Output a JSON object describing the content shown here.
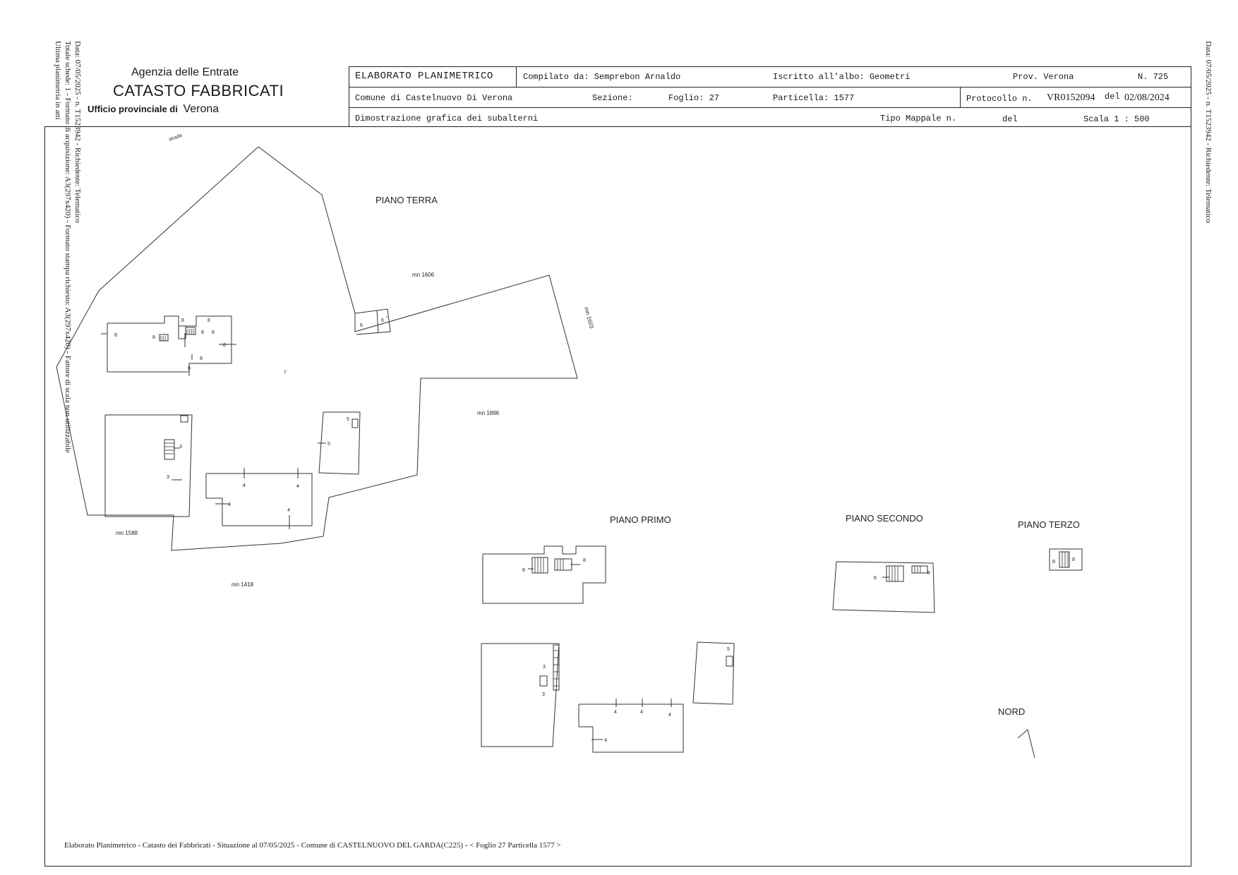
{
  "side_left": {
    "line1": "Data: 07/05/2025 - n. T152394​2 - Richiedente: Telematico",
    "line2": "Totale schede: 1 - Formato di acquisizione: A3(297x420) - Formato stampa richiesto: A3(297x420) - Fattore di scala non utilizzabile",
    "line3": "Ultima planimetria in atti"
  },
  "side_right": {
    "text": "Data: 07/05/2025 - n. T1523942 - Richiedente: Telematico"
  },
  "agency": {
    "line1": "Agenzia delle Entrate",
    "line2": "CATASTO FABBRICATI",
    "line3_prefix": "Ufficio provinciale di",
    "line3_city": "Verona"
  },
  "header": {
    "title": "ELABORATO PLANIMETRICO",
    "compiled_by": "Compilato da: Semprebon Arnaldo",
    "register": "Iscritto all'albo: Geometri",
    "province": "Prov. Verona",
    "number": "N. 725",
    "comune": "Comune di Castelnuovo Di Verona",
    "sezione": "Sezione:",
    "foglio": "Foglio: 27",
    "particella": "Particella: 1577",
    "protocollo_label": "Protocollo n.",
    "protocollo_value": "VR0152094",
    "del_label": "del",
    "del_value": "02/08/2024",
    "dimostrazione": "Dimostrazione grafica dei subalterni",
    "tipo_mappale": "Tipo Mappale n.",
    "del2": "del",
    "scala": "Scala 1 : 500"
  },
  "plan": {
    "piano_terra": "PIANO TERRA",
    "piano_primo": "PIANO PRIMO",
    "piano_secondo": "PIANO SECONDO",
    "piano_terzo": "PIANO TERZO",
    "nord": "NORD",
    "mn_1606": "mn 1606",
    "mn_1603": "mn 1603",
    "mn_1896": "mn 1896",
    "mn_1588": "mn 1588",
    "mn_1418": "mn 1418",
    "corner_text": "strada",
    "sub": {
      "s3": "3",
      "s4": "4",
      "s5": "5",
      "s6": "6",
      "s7": "7",
      "s8": "8"
    }
  },
  "footer": {
    "text": "Elaborato Planimetrico - Catasto dei Fabbricati - Situazione al 07/05/2025 - Comune di CASTELNUOVO DEL GARDA(C225) - < Foglio 27 Particella 1577 >"
  }
}
